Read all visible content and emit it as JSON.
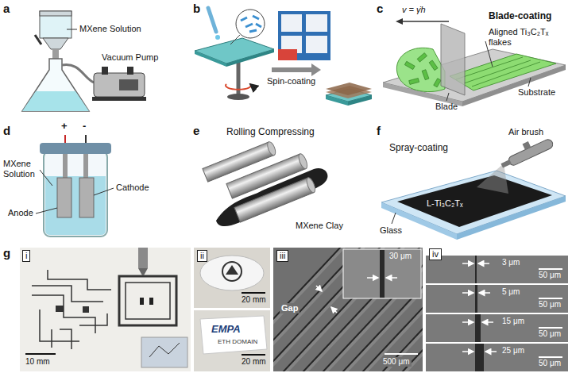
{
  "diagram": {
    "labels": [
      "a",
      "MXene Solution",
      "Vacuum Pump",
      "b",
      "Spin-coating",
      "c",
      "v = γ̇h",
      "Blade-coating",
      "Aligned Ti₃C₂Tₓ flakes",
      "Blade",
      "Substrate",
      "d",
      "+",
      "-",
      "MXene Solution",
      "Anode",
      "Cathode",
      "e",
      "Rolling Compressing",
      "MXene Clay",
      "f",
      "Spray-coating",
      "Air brush",
      "L-Ti₃C₂Tₓ",
      "Glass",
      "g",
      "i",
      "10 mm",
      "ii",
      "20 mm",
      "EMPA",
      "ETH DOMAIN",
      "20 mm",
      "iii",
      "Gap",
      "30 μm",
      "500 μm",
      "iv",
      "3 μm",
      "50 μm",
      "5 μm",
      "50 μm",
      "15 μm",
      "50 μm",
      "25 μm",
      "50 μm"
    ]
  }
}
